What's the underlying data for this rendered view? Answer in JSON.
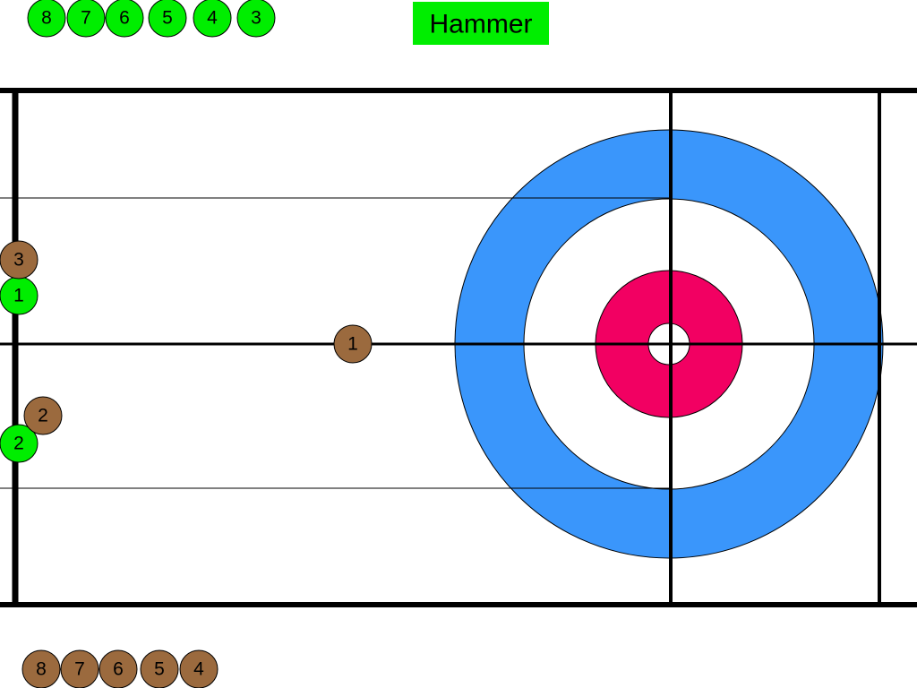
{
  "hammer": {
    "label": "Hammer",
    "team": "green"
  },
  "colors": {
    "green_stone": "#00ee00",
    "brown_stone": "#9b6a3e",
    "house_twelve_foot": "#3a96fb",
    "house_four_foot": "#f20062",
    "sheet_lines": "#000000",
    "hammer_badge": "#00ee00"
  },
  "team_green": {
    "reserve_stones": [
      "8",
      "7",
      "6",
      "5",
      "4",
      "3"
    ],
    "played_stones": [
      {
        "label": "1",
        "color_key": "green_stone"
      },
      {
        "label": "2",
        "color_key": "green_stone"
      }
    ]
  },
  "team_brown": {
    "reserve_stones": [
      "8",
      "7",
      "6",
      "5",
      "4"
    ],
    "played_stones": [
      {
        "label": "1",
        "color_key": "brown_stone"
      },
      {
        "label": "2",
        "color_key": "brown_stone"
      },
      {
        "label": "3",
        "color_key": "brown_stone"
      }
    ]
  }
}
